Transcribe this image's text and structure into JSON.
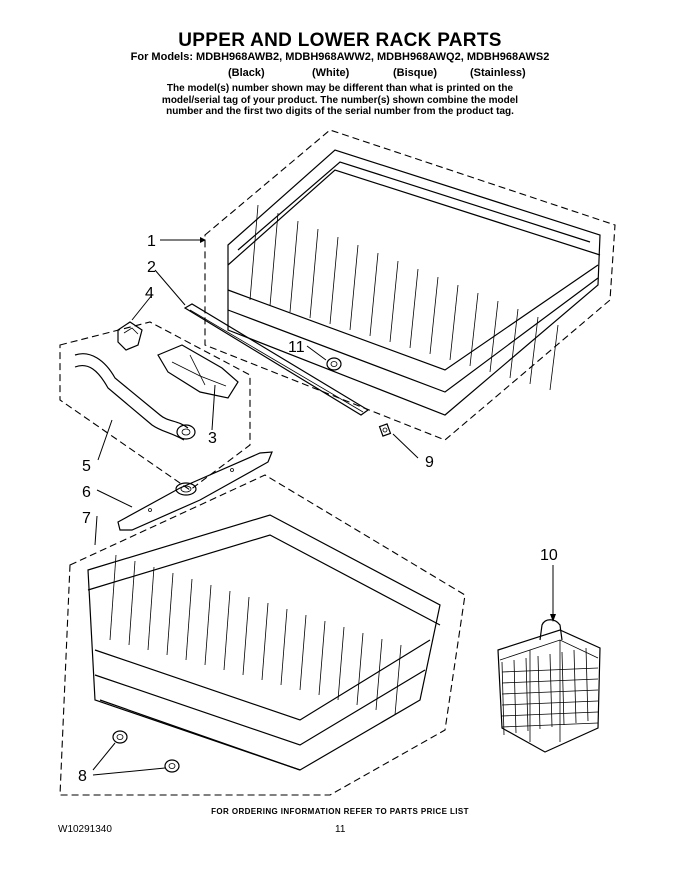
{
  "header": {
    "title": "UPPER AND LOWER RACK PARTS",
    "models_line": "For Models: MDBH968AWB2, MDBH968AWW2, MDBH968AWQ2, MDBH968AWS2",
    "colors": [
      "(Black)",
      "(White)",
      "(Bisque)",
      "(Stainless)"
    ],
    "note_lines": [
      "The model(s) number shown may be different than what is printed on the",
      "model/serial tag of your product. The number(s) shown combine the model",
      "number and the first two digits of the serial number from the product tag."
    ]
  },
  "callouts": [
    "1",
    "2",
    "3",
    "4",
    "5",
    "6",
    "7",
    "8",
    "9",
    "10",
    "11"
  ],
  "footer": {
    "ordering": "FOR ORDERING INFORMATION REFER TO PARTS PRICE LIST",
    "document_number": "W10291340",
    "page_number": "11"
  }
}
